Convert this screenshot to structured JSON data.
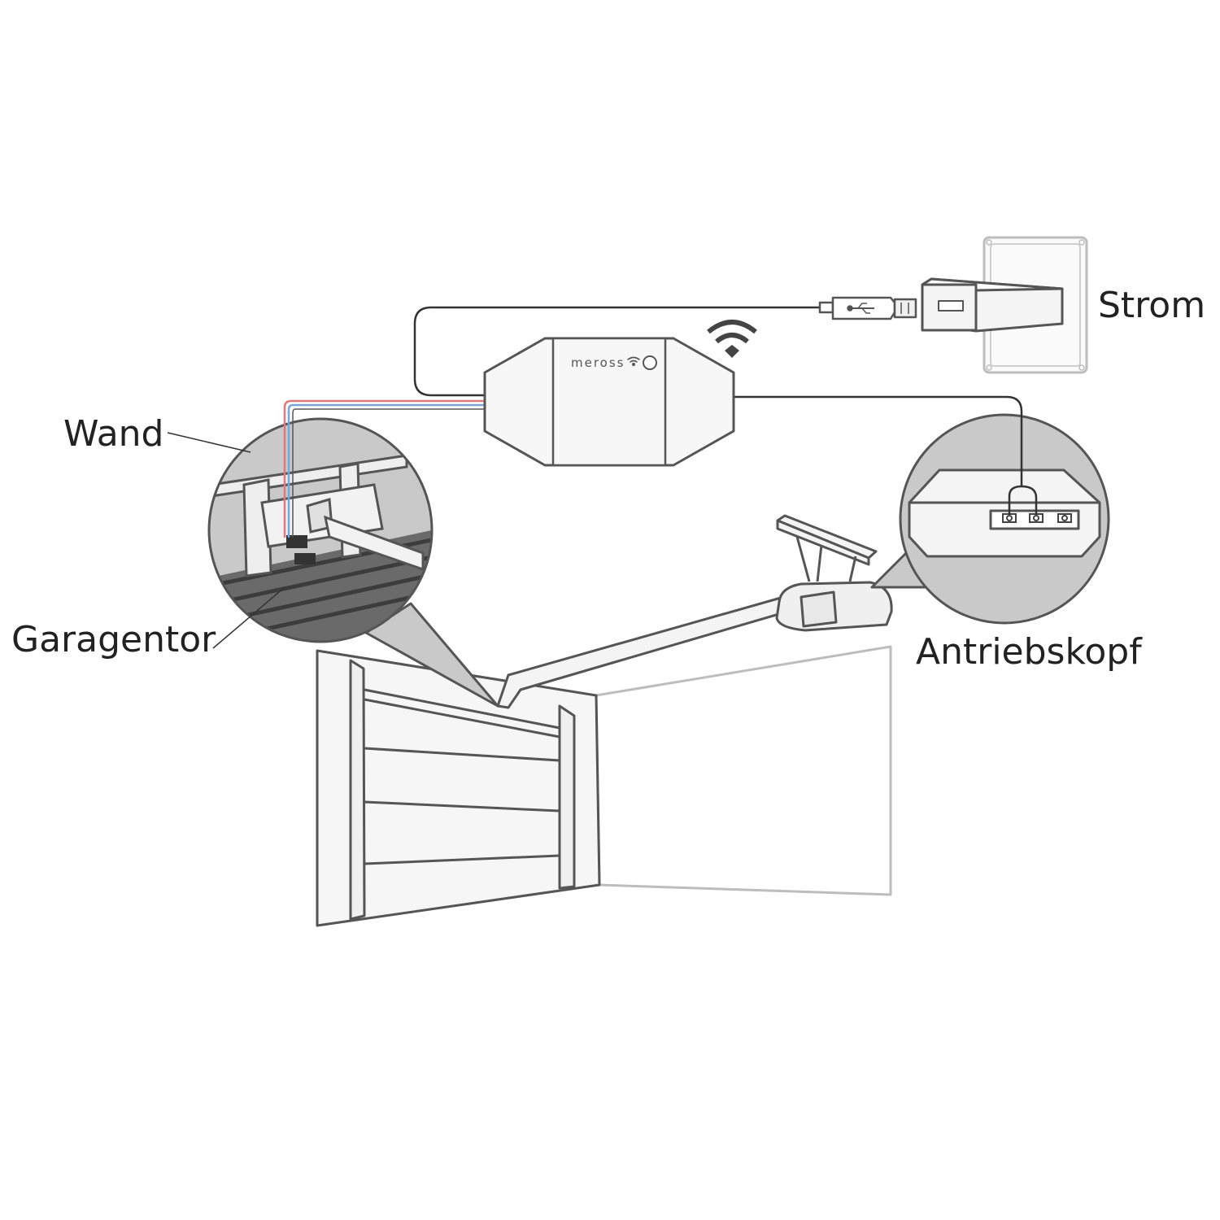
{
  "labels": {
    "wall": "Wand",
    "garage_door": "Garagentor",
    "power": "Strom",
    "drive_head": "Antriebskopf"
  },
  "device": {
    "brand": "meross"
  },
  "icons": {
    "wifi": "wifi-icon",
    "usb": "usb-plug-icon"
  },
  "colors": {
    "line": "#4a4a4a",
    "wire_red": "#e07a7a",
    "wire_blue": "#7aa6d6",
    "inset_fill": "#c9c9c9",
    "panel_fill": "#f7f7f7",
    "floor_dark": "#6a6a6a"
  }
}
